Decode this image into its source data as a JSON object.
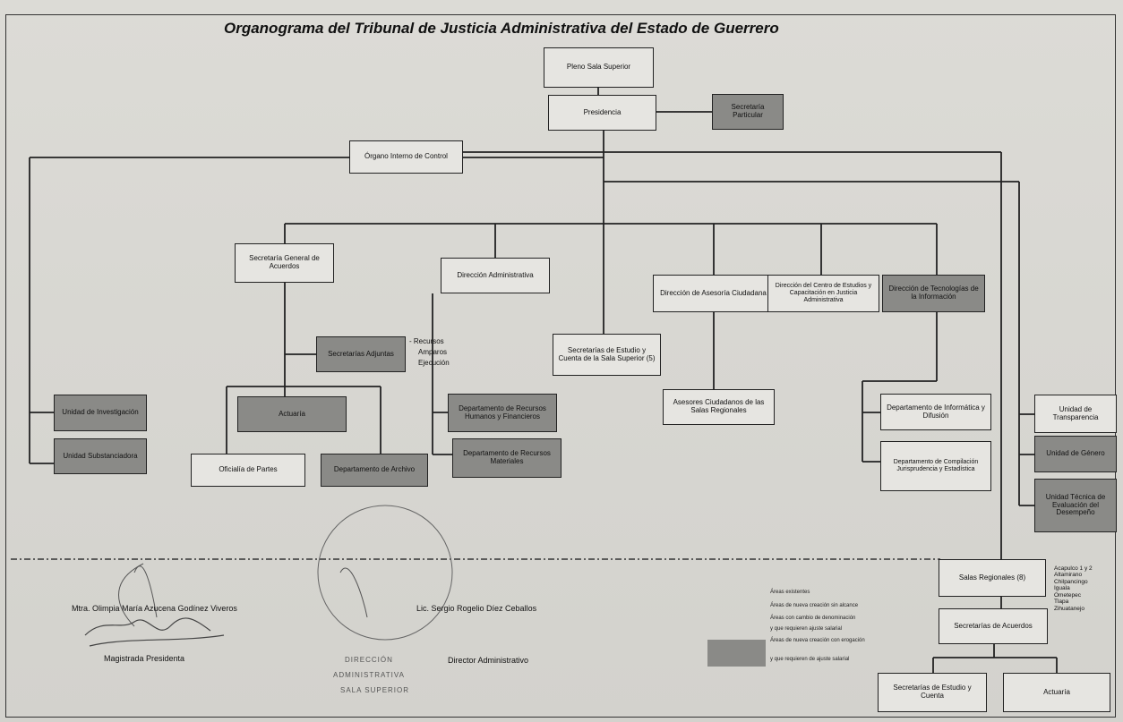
{
  "title": "Organograma del Tribunal de Justicia Administrativa del Estado de Guerrero",
  "boxes": {
    "pleno": "Pleno Sala Superior",
    "presidencia": "Presidencia",
    "secretaria_particular": "Secretaría Particular",
    "organo_interno": "Órgano Interno de Control",
    "secretaria_general": "Secretaría General de Acuerdos",
    "direccion_administrativa": "Dirección Administrativa",
    "direccion_asesoria": "Dirección de Asesoría Ciudadana",
    "direccion_centro_estudios": "Dirección del Centro de Estudios y Capacitación en Justicia Administrativa",
    "direccion_tecnologias": "Dirección de Tecnologías de la Información",
    "secretarias_adjuntas": "Secretarías Adjuntas",
    "secretarias_estudio_superior": "Secretarías de Estudio y Cuenta de la Sala Superior (5)",
    "unidad_investigacion": "Unidad de Investigación",
    "unidad_substanciadora": "Unidad Substanciadora",
    "actuaria": "Actuaría",
    "oficialia_partes": "Oficialía de Partes",
    "departamento_archivo": "Departamento de Archivo",
    "departamento_rh": "Departamento de Recursos Humanos y Financieros",
    "departamento_rm": "Departamento de Recursos Materiales",
    "asesores_ciudadanos": "Asesores Ciudadanos de las Salas Regionales",
    "departamento_informatica": "Departamento de Informática y Difusión",
    "departamento_compilacion": "Departamento de Compilación Jurisprudencia y Estadística",
    "unidad_transparencia": "Unidad de Transparencia",
    "unidad_genero": "Unidad de Género",
    "unidad_tecnica": "Unidad Técnica de Evaluación del Desempeño",
    "salas_regionales": "Salas Regionales (8)",
    "secretarias_acuerdos": "Secretarías de Acuerdos",
    "secretarias_estudio_cuenta": "Secretarías de Estudio y Cuenta",
    "actuaria_regional": "Actuaría"
  },
  "adjuntas_notes": [
    "- Recursos",
    "Amparos",
    "Ejecución"
  ],
  "salas_list": [
    "Acapulco 1 y 2",
    "Altamirano",
    "Chilpancingo",
    "Iguala",
    "Ometepec",
    "Tlapa",
    "Zihuatanejo"
  ],
  "legend": [
    "Áreas existentes",
    "Áreas de nueva creación sin alcance",
    "Áreas con cambio de denominación",
    "y que requieren ajuste salarial",
    "Áreas de nueva creación con erogación",
    "y que requieren de ajuste salarial"
  ],
  "signatures": {
    "left_name": "Mtra. Olimpia María Azucena Godínez Viveros",
    "left_role": "Magistrada Presidenta",
    "right_name": "Lic. Sergio Rogelio Díez Ceballos",
    "right_role": "Director Administrativo"
  },
  "stamp_lines": [
    "DIRECCIÓN",
    "ADMINISTRATIVA",
    "SALA SUPERIOR"
  ],
  "colors": {
    "existing_box": "#e6e5e1",
    "new_box": "#8a8a87",
    "line": "#222222"
  }
}
